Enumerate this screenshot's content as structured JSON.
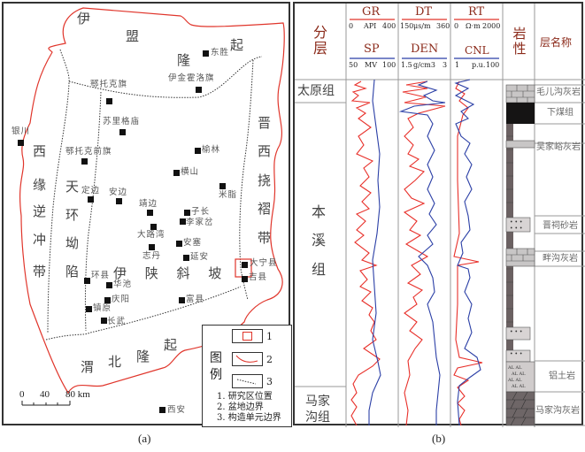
{
  "figure": {
    "caption_a": "(a)",
    "caption_b": "(b)"
  },
  "map": {
    "regions": {
      "yimeng_1": "伊",
      "yimeng_2": "盟",
      "yimeng_3": "隆",
      "yimeng_4": "起",
      "jinxi_1": "晋",
      "jinxi_2": "西",
      "jinxi_3": "挠",
      "jinxi_4": "褶",
      "jinxi_5": "带",
      "xiyuan_1": "西",
      "xiyuan_2": "缘",
      "xiyuan_3": "逆",
      "xiyuan_4": "冲",
      "xiyuan_5": "带",
      "tianhuan_1": "天",
      "tianhuan_2": "环",
      "tianhuan_3": "坳",
      "tianhuan_4": "陷",
      "yishan": "伊 陕 斜 坡",
      "weibei_1": "渭",
      "weibei_2": "北",
      "weibei_3": "隆",
      "weibei_4": "起"
    },
    "cities": [
      {
        "name": "东胜"
      },
      {
        "name": "伊金霍洛旗"
      },
      {
        "name": "鄂托克旗"
      },
      {
        "name": "苏里格庙"
      },
      {
        "name": "银川"
      },
      {
        "name": "鄂托克前旗"
      },
      {
        "name": "榆林"
      },
      {
        "name": "横山"
      },
      {
        "name": "米脂"
      },
      {
        "name": "定边"
      },
      {
        "name": "安边"
      },
      {
        "name": "靖边"
      },
      {
        "name": "子长"
      },
      {
        "name": "李家岔"
      },
      {
        "name": "大路湾"
      },
      {
        "name": "志丹"
      },
      {
        "name": "安塞"
      },
      {
        "name": "延安"
      },
      {
        "name": "大宁县"
      },
      {
        "name": "吉县"
      },
      {
        "name": "环县"
      },
      {
        "name": "华池"
      },
      {
        "name": "庆阳"
      },
      {
        "name": "镇原"
      },
      {
        "name": "富县"
      },
      {
        "name": "长武"
      },
      {
        "name": "西安"
      }
    ],
    "scale_bar": {
      "ticks": [
        "0",
        "40",
        "80 km"
      ]
    },
    "legend": {
      "title_1": "图",
      "title_2": "例",
      "items": [
        {
          "num": "1",
          "desc": "1. 研究区位置"
        },
        {
          "num": "2",
          "desc": "2. 盆地边界"
        },
        {
          "num": "3",
          "desc": "3. 构造单元边界"
        }
      ]
    },
    "colors": {
      "basin_boundary": "#e0352b",
      "study_area": "#e0352b",
      "unit_boundary": "#333333"
    }
  },
  "well_log": {
    "header": {
      "layer": "分层",
      "tracks": [
        {
          "top": "GR",
          "top_scale_left": "0",
          "top_scale_mid": "API",
          "top_scale_right": "400",
          "bottom": "SP",
          "bottom_scale_left": "50",
          "bottom_scale_mid": "MV",
          "bottom_scale_right": "100"
        },
        {
          "top": "DT",
          "top_scale_left": "150",
          "top_scale_mid": "μs/m",
          "top_scale_right": "360",
          "bottom": "DEN",
          "bottom_scale_left": "1.5",
          "bottom_scale_mid": "g/cm3",
          "bottom_scale_right": "3"
        },
        {
          "top": "RT",
          "top_scale_left": "0",
          "top_scale_mid": "Ω·m",
          "top_scale_right": "2000",
          "bottom": "CNL",
          "bottom_scale_left": "1",
          "bottom_scale_mid": "p.u.",
          "bottom_scale_right": "100"
        }
      ],
      "lithology": "岩性",
      "layer_name": "层名称"
    },
    "formations": [
      {
        "name": "太原组"
      },
      {
        "name_1": "本",
        "name_2": "溪",
        "name_3": "组"
      },
      {
        "name_1": "马家",
        "name_2": "沟组"
      }
    ],
    "layer_names": [
      "毛儿沟灰岩",
      "下煤组",
      "吴家峪灰岩",
      "晋祠砂岩",
      "畔沟灰岩",
      "铝土岩",
      "马家沟灰岩"
    ],
    "colors": {
      "red_curve": "#e8302a",
      "blue_curve": "#2b3fa6",
      "header_text": "#8b2a1a"
    }
  }
}
